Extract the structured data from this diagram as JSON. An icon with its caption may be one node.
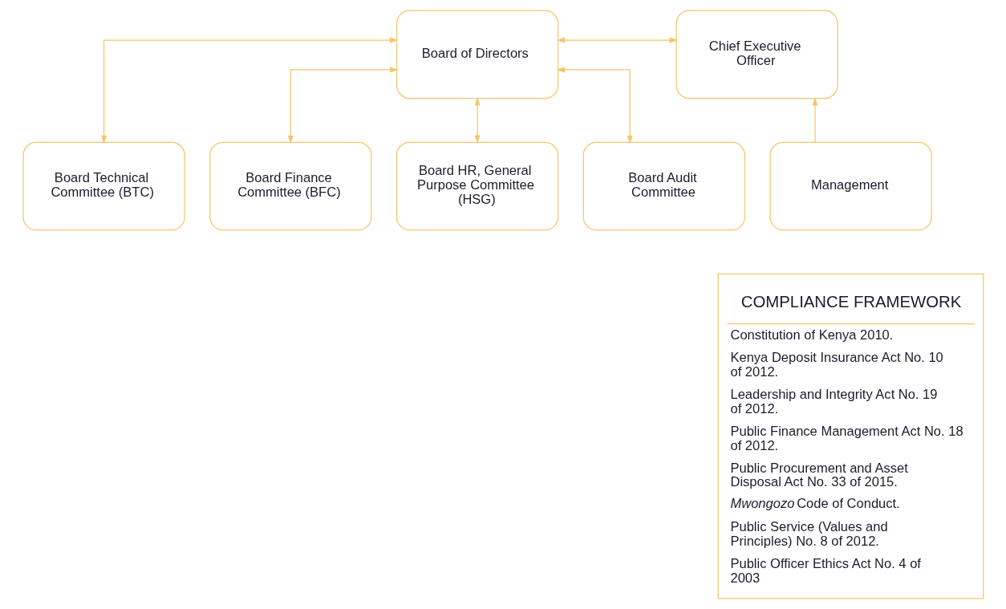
{
  "diagram": {
    "nodes": [
      {
        "text": [
          "Board of Directors"
        ]
      },
      {
        "text": [
          "Board Technical Committee (BTC)"
        ]
      },
      {
        "text": [
          "Board Finance Committee (BFC)"
        ]
      },
      {
        "text": [
          "Board HR, General Purpose Committee (HSG)"
        ]
      },
      {
        "text": [
          "Board Audit Committee"
        ]
      },
      {
        "text": [
          "Chief Executive Officer"
        ]
      },
      {
        "text": [
          "Management"
        ]
      },
      {
        "text": [
          "COMPLIANCE FRAMEWORK",
          "Constitution of Kenya 2010.",
          "Kenya Deposit Insurance Act No. 10 of 2012.",
          "Leadership and Integrity Act No. 19 of 2012.",
          "Public Finance Management Act No. 18 of 2012.",
          "Public Procurement and Asset Disposal Act No. 33 of 2015.",
          "*Mwongozo* Code of Conduct.",
          "Public Service (Values and Principles) No. 8 of 2012.",
          "Public Officer Ethics Act No. 4 of 2003"
        ]
      }
    ],
    "edges": [
      {
        "from": 0,
        "to": 5,
        "arrow": "both"
      },
      {
        "from": 0,
        "to": 1,
        "arrow": "both"
      },
      {
        "from": 0,
        "to": 2,
        "arrow": "both"
      },
      {
        "from": 0,
        "to": 3,
        "arrow": "both"
      },
      {
        "from": 0,
        "to": 4,
        "arrow": "both"
      },
      {
        "from": 6,
        "to": 5,
        "arrow": "to"
      }
    ]
  }
}
